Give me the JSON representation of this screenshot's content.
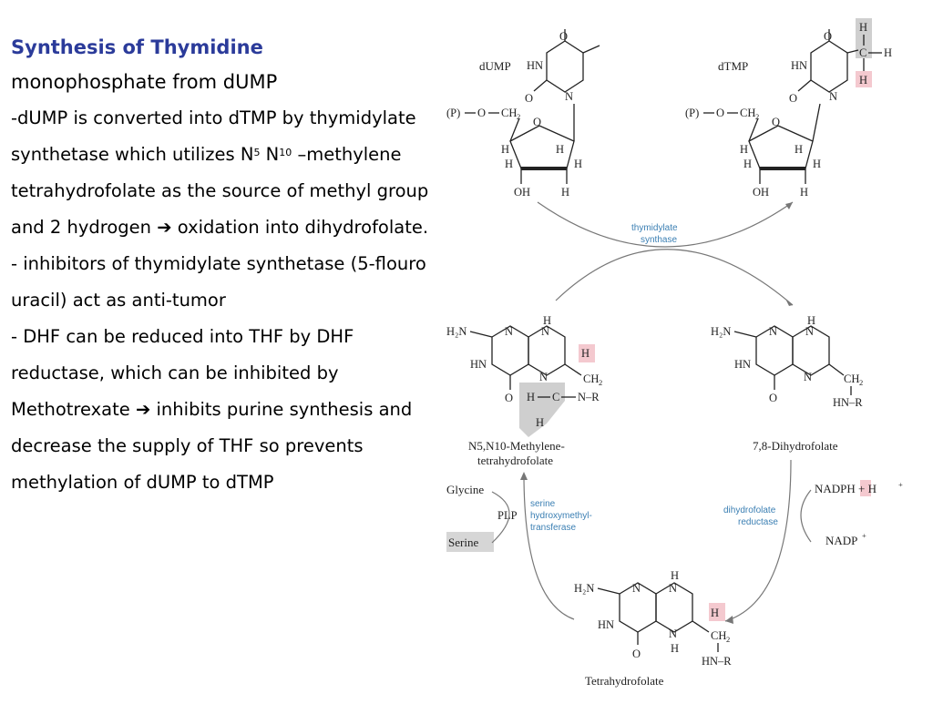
{
  "text": {
    "title1": "Synthesis of Thymidine",
    "title2": "monophosphate from dUMP",
    "p1_part1": "-dUMP is converted into dTMP by thymidylate synthetase which utilizes N",
    "p1_sup1": "5",
    "p1_mid": " N",
    "p1_sup2": "10",
    "p1_part2": " –methylene tetrahydrofolate as the source of methyl group and 2 hydrogen ➔ oxidation into dihydrofolate.",
    "p2": "- inhibitors of thymidylate synthetase (5-flouro uracil) act as anti-tumor",
    "p3": "- DHF can be reduced into THF by DHF reductase, which can be inhibited by Methotrexate ➔ inhibits purine synthesis and decrease the supply of THF so prevents methylation of dUMP to dTMP"
  },
  "diagram": {
    "dump_label": "dUMP",
    "dtmp_label": "dTMP",
    "thymidylate_synthase_line1": "thymidylate",
    "thymidylate_synthase_line2": "synthase",
    "methylene_thf_line1": "N5,N10-Methylene-",
    "methylene_thf_line2": "tetrahydrofolate",
    "dhf_label": "7,8-Dihydrofolate",
    "thf_label": "Tetrahydrofolate",
    "glycine": "Glycine",
    "serine": "Serine",
    "plp": "PLP",
    "shmt_line1": "serine",
    "shmt_line2": "hydroxymethyl-",
    "shmt_line3": "transferase",
    "dhfr_line1": "dihydrofolate",
    "dhfr_line2": "reductase",
    "nadph": "NADPH + H",
    "nadp": "NADP",
    "colors": {
      "title_blue": "#2b3b9a",
      "enzyme_blue": "#3b7fb3",
      "highlight_pink": "#f4c9cf",
      "highlight_gray": "#cfcfcf"
    }
  }
}
